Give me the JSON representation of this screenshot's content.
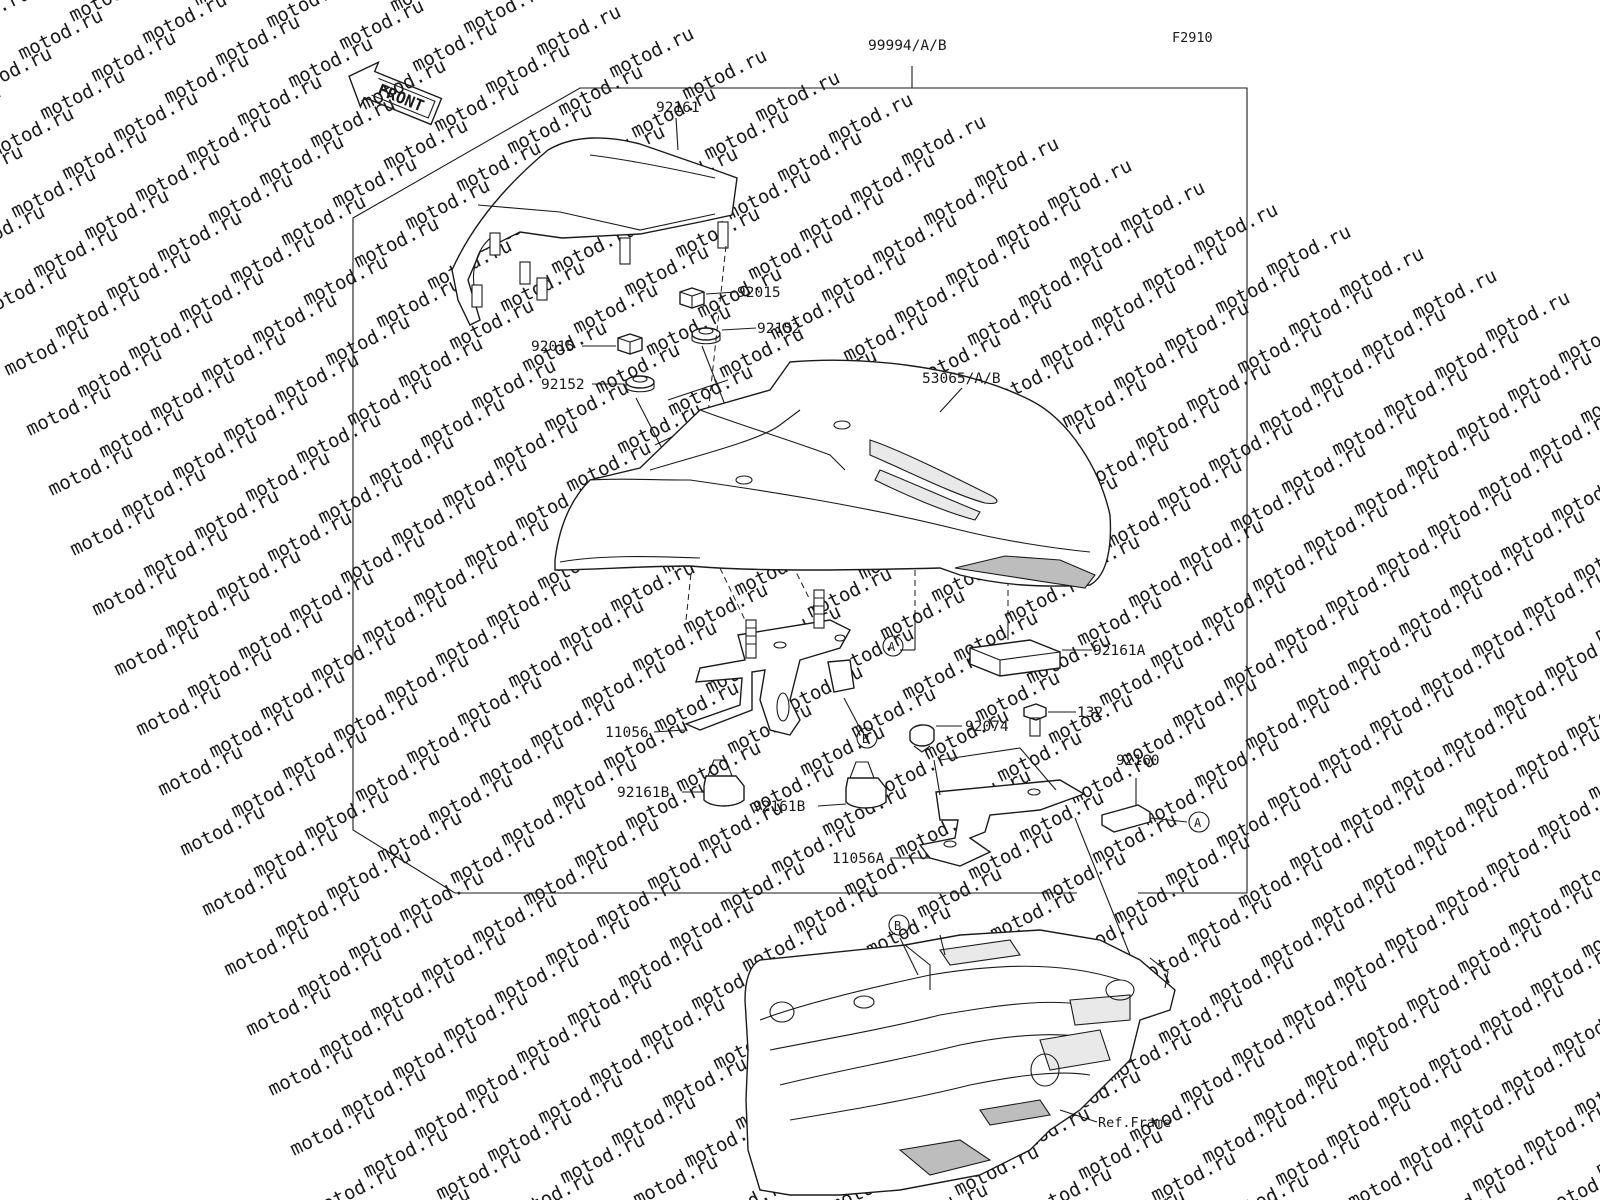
{
  "figure_code": "F2910",
  "front_arrow_text": "FRONT",
  "watermark_text": "motod.ru",
  "kit_label": "99994/A/B",
  "labels": {
    "tail_cowl": "92161",
    "nut_upper_right": "92015",
    "washer_upper_right": "92152",
    "nut_left": "92015",
    "washer_left": "92152",
    "seat_cowl": "53065/A/B",
    "pad_a": "92161A",
    "clip": "92074",
    "bolt": "132",
    "pad": "92160",
    "bracket": "11056",
    "bracket_a": "11056A",
    "damper_left": "92161B",
    "damper_right": "92161B",
    "ref_frame": "Ref.Frame"
  },
  "callouts": {
    "a1": "A",
    "a2": "A",
    "b1": "B",
    "b2": "B"
  }
}
